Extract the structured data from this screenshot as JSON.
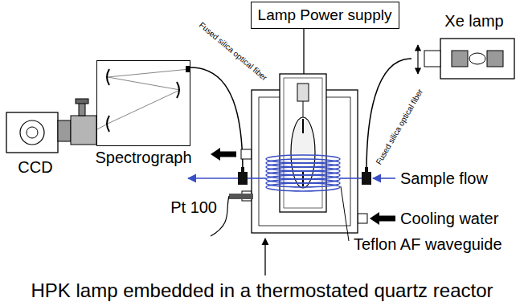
{
  "diagram": {
    "nodes": [
      {
        "text": [
          "Lamp Power supply"
        ]
      },
      {
        "text": [
          "Spectrograph"
        ]
      }
    ],
    "labels": [
      "Xe lamp",
      "CCD",
      "Fused silica optical fiber",
      "Fused silica optical fiber",
      "Sample flow",
      "Cooling water",
      "Pt 100",
      "Teflon AF waveguide",
      "HPK lamp embedded in a thermostated quartz reactor"
    ]
  }
}
